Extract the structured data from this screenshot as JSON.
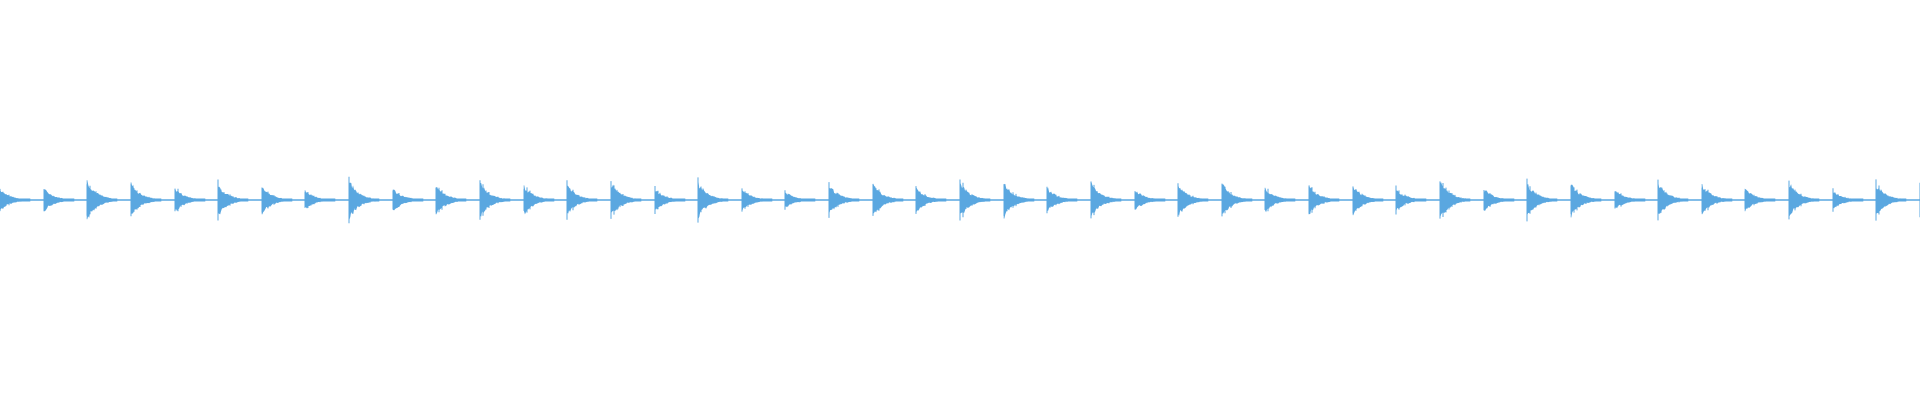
{
  "waveform": {
    "color": "#5aa7e0",
    "pulse_count": 45,
    "pulse_amplitudes": [
      0.55,
      0.55,
      1.0,
      0.85,
      0.6,
      0.8,
      0.7,
      0.45,
      0.95,
      0.55,
      0.75,
      0.85,
      0.7,
      0.75,
      0.85,
      0.55,
      0.9,
      0.55,
      0.4,
      0.75,
      0.8,
      0.6,
      0.9,
      0.85,
      0.6,
      0.85,
      0.5,
      0.8,
      0.8,
      0.6,
      0.7,
      0.7,
      0.55,
      1.0,
      0.55,
      0.85,
      0.8,
      0.5,
      0.85,
      0.75,
      0.55,
      0.85,
      0.45,
      0.8,
      0.8
    ]
  }
}
